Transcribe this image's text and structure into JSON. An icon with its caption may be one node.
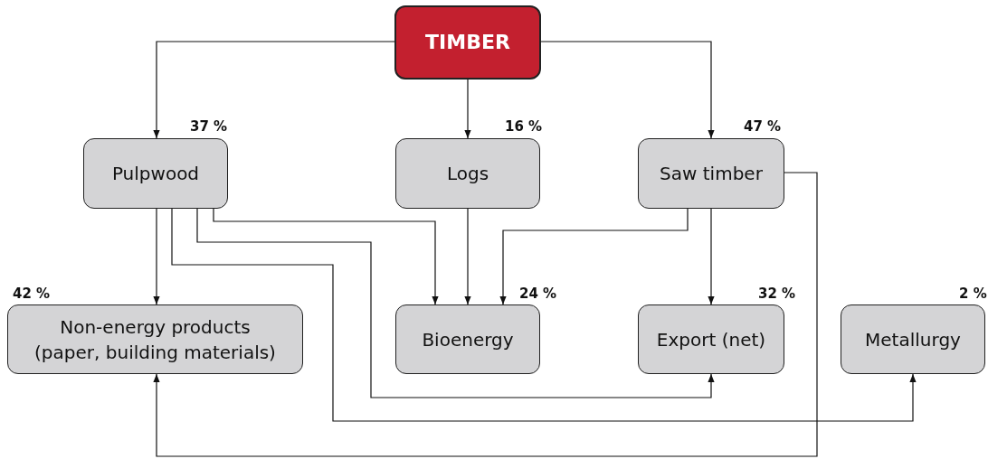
{
  "diagram": {
    "nodes": [
      {
        "text": [
          "TIMBER"
        ]
      },
      {
        "text": [
          "Pulpwood"
        ],
        "beside": [
          "37 %"
        ]
      },
      {
        "text": [
          "Logs"
        ],
        "beside": [
          "16 %"
        ]
      },
      {
        "text": [
          "Saw timber"
        ],
        "beside": [
          "47 %"
        ]
      },
      {
        "text": [
          "Non-energy products (paper, building materials)"
        ],
        "beside": [
          "42 %"
        ]
      },
      {
        "text": [
          "Bioenergy"
        ],
        "beside": [
          "24 %"
        ]
      },
      {
        "text": [
          "Export (net)"
        ],
        "beside": [
          "32 %"
        ]
      },
      {
        "text": [
          "Metallurgy"
        ],
        "beside": [
          "2 %"
        ]
      }
    ],
    "edges": [
      {
        "from": 0,
        "to": 1,
        "arrow": "to"
      },
      {
        "from": 0,
        "to": 2,
        "arrow": "to"
      },
      {
        "from": 0,
        "to": 3,
        "arrow": "to"
      },
      {
        "from": 1,
        "to": 4,
        "arrow": "to"
      },
      {
        "from": 1,
        "to": 5,
        "arrow": "to"
      },
      {
        "from": 1,
        "to": 6,
        "arrow": "to"
      },
      {
        "from": 1,
        "to": 7,
        "arrow": "to"
      },
      {
        "from": 2,
        "to": 5,
        "arrow": "to"
      },
      {
        "from": 3,
        "to": 5,
        "arrow": "to"
      },
      {
        "from": 3,
        "to": 6,
        "arrow": "to"
      },
      {
        "from": 3,
        "to": 4,
        "arrow": "to"
      }
    ]
  }
}
